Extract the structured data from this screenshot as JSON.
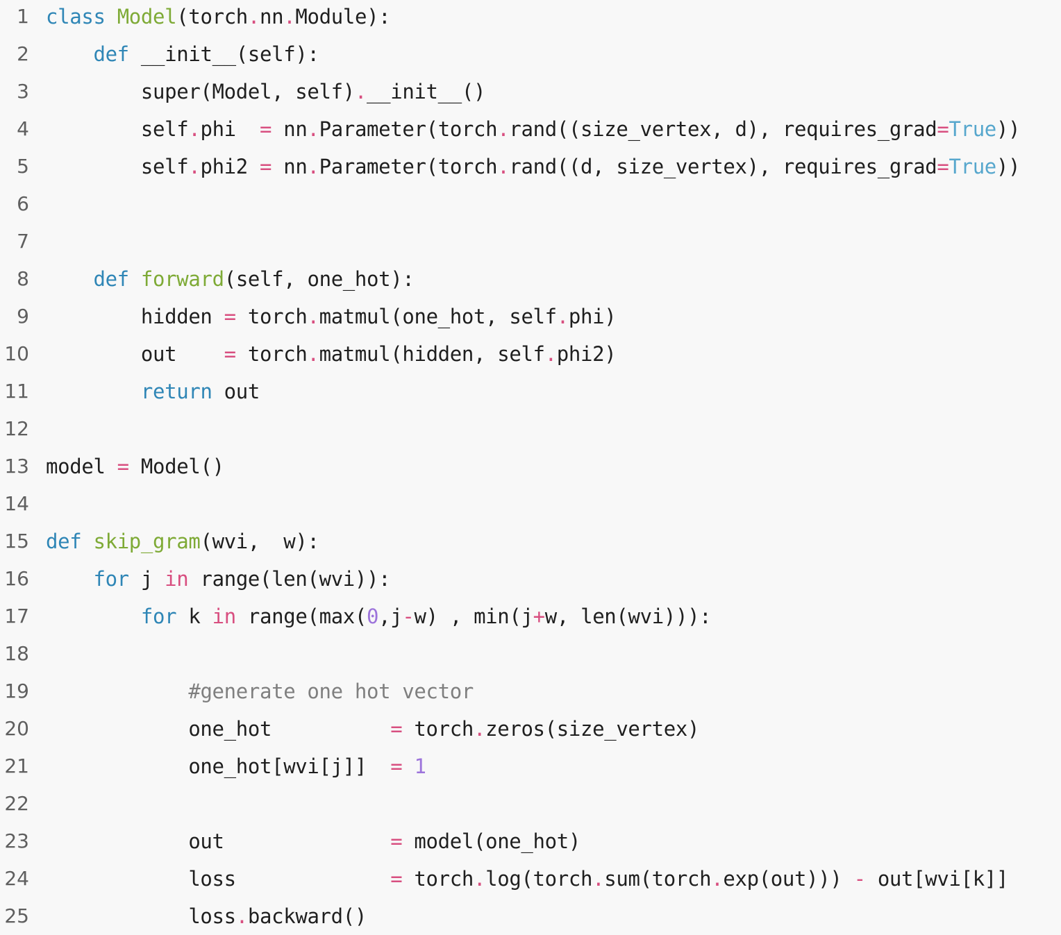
{
  "editor": {
    "lines": [
      {
        "number": "1",
        "tokens": [
          {
            "text": "class",
            "type": "kw"
          },
          {
            "text": " ",
            "type": "plain"
          },
          {
            "text": "Model",
            "type": "fn"
          },
          {
            "text": "(torch",
            "type": "plain"
          },
          {
            "text": ".",
            "type": "op"
          },
          {
            "text": "nn",
            "type": "plain"
          },
          {
            "text": ".",
            "type": "op"
          },
          {
            "text": "Module):",
            "type": "plain"
          }
        ]
      },
      {
        "number": "2",
        "tokens": [
          {
            "text": "    ",
            "type": "plain"
          },
          {
            "text": "def",
            "type": "kw"
          },
          {
            "text": " __init__(self):",
            "type": "plain"
          }
        ]
      },
      {
        "number": "3",
        "tokens": [
          {
            "text": "        super(Model, self)",
            "type": "plain"
          },
          {
            "text": ".",
            "type": "op"
          },
          {
            "text": "__init__()",
            "type": "plain"
          }
        ]
      },
      {
        "number": "4",
        "tokens": [
          {
            "text": "        self",
            "type": "plain"
          },
          {
            "text": ".",
            "type": "op"
          },
          {
            "text": "phi  ",
            "type": "plain"
          },
          {
            "text": "=",
            "type": "op"
          },
          {
            "text": " nn",
            "type": "plain"
          },
          {
            "text": ".",
            "type": "op"
          },
          {
            "text": "Parameter(torch",
            "type": "plain"
          },
          {
            "text": ".",
            "type": "op"
          },
          {
            "text": "rand((size_vertex, d), requires_grad",
            "type": "plain"
          },
          {
            "text": "=",
            "type": "op"
          },
          {
            "text": "True",
            "type": "const"
          },
          {
            "text": "))",
            "type": "plain"
          }
        ]
      },
      {
        "number": "5",
        "tokens": [
          {
            "text": "        self",
            "type": "plain"
          },
          {
            "text": ".",
            "type": "op"
          },
          {
            "text": "phi2 ",
            "type": "plain"
          },
          {
            "text": "=",
            "type": "op"
          },
          {
            "text": " nn",
            "type": "plain"
          },
          {
            "text": ".",
            "type": "op"
          },
          {
            "text": "Parameter(torch",
            "type": "plain"
          },
          {
            "text": ".",
            "type": "op"
          },
          {
            "text": "rand((d, size_vertex), requires_grad",
            "type": "plain"
          },
          {
            "text": "=",
            "type": "op"
          },
          {
            "text": "True",
            "type": "const"
          },
          {
            "text": "))",
            "type": "plain"
          }
        ]
      },
      {
        "number": "6",
        "tokens": []
      },
      {
        "number": "7",
        "tokens": []
      },
      {
        "number": "8",
        "tokens": [
          {
            "text": "    ",
            "type": "plain"
          },
          {
            "text": "def",
            "type": "kw"
          },
          {
            "text": " ",
            "type": "plain"
          },
          {
            "text": "forward",
            "type": "fn"
          },
          {
            "text": "(self, one_hot):",
            "type": "plain"
          }
        ]
      },
      {
        "number": "9",
        "tokens": [
          {
            "text": "        hidden ",
            "type": "plain"
          },
          {
            "text": "=",
            "type": "op"
          },
          {
            "text": " torch",
            "type": "plain"
          },
          {
            "text": ".",
            "type": "op"
          },
          {
            "text": "matmul(one_hot, self",
            "type": "plain"
          },
          {
            "text": ".",
            "type": "op"
          },
          {
            "text": "phi)",
            "type": "plain"
          }
        ]
      },
      {
        "number": "10",
        "tokens": [
          {
            "text": "        out    ",
            "type": "plain"
          },
          {
            "text": "=",
            "type": "op"
          },
          {
            "text": " torch",
            "type": "plain"
          },
          {
            "text": ".",
            "type": "op"
          },
          {
            "text": "matmul(hidden, self",
            "type": "plain"
          },
          {
            "text": ".",
            "type": "op"
          },
          {
            "text": "phi2)",
            "type": "plain"
          }
        ]
      },
      {
        "number": "11",
        "tokens": [
          {
            "text": "        ",
            "type": "plain"
          },
          {
            "text": "return",
            "type": "kw"
          },
          {
            "text": " out",
            "type": "plain"
          }
        ]
      },
      {
        "number": "12",
        "tokens": []
      },
      {
        "number": "13",
        "tokens": [
          {
            "text": "model ",
            "type": "plain"
          },
          {
            "text": "=",
            "type": "op"
          },
          {
            "text": " Model()",
            "type": "plain"
          }
        ]
      },
      {
        "number": "14",
        "tokens": []
      },
      {
        "number": "15",
        "tokens": [
          {
            "text": "def",
            "type": "kw"
          },
          {
            "text": " ",
            "type": "plain"
          },
          {
            "text": "skip_gram",
            "type": "fn"
          },
          {
            "text": "(wvi,  w):",
            "type": "plain"
          }
        ]
      },
      {
        "number": "16",
        "tokens": [
          {
            "text": "    ",
            "type": "plain"
          },
          {
            "text": "for",
            "type": "kw"
          },
          {
            "text": " j ",
            "type": "plain"
          },
          {
            "text": "in",
            "type": "op"
          },
          {
            "text": " range(len(wvi)):",
            "type": "plain"
          }
        ]
      },
      {
        "number": "17",
        "tokens": [
          {
            "text": "        ",
            "type": "plain"
          },
          {
            "text": "for",
            "type": "kw"
          },
          {
            "text": " k ",
            "type": "plain"
          },
          {
            "text": "in",
            "type": "op"
          },
          {
            "text": " range(max(",
            "type": "plain"
          },
          {
            "text": "0",
            "type": "num"
          },
          {
            "text": ",j",
            "type": "plain"
          },
          {
            "text": "-",
            "type": "op"
          },
          {
            "text": "w) , min(j",
            "type": "plain"
          },
          {
            "text": "+",
            "type": "op"
          },
          {
            "text": "w, len(wvi))):",
            "type": "plain"
          }
        ]
      },
      {
        "number": "18",
        "tokens": []
      },
      {
        "number": "19",
        "tokens": [
          {
            "text": "            ",
            "type": "plain"
          },
          {
            "text": "#generate one hot vector",
            "type": "comment"
          }
        ]
      },
      {
        "number": "20",
        "tokens": [
          {
            "text": "            one_hot          ",
            "type": "plain"
          },
          {
            "text": "=",
            "type": "op"
          },
          {
            "text": " torch",
            "type": "plain"
          },
          {
            "text": ".",
            "type": "op"
          },
          {
            "text": "zeros(size_vertex)",
            "type": "plain"
          }
        ]
      },
      {
        "number": "21",
        "tokens": [
          {
            "text": "            one_hot[wvi[j]]  ",
            "type": "plain"
          },
          {
            "text": "=",
            "type": "op"
          },
          {
            "text": " ",
            "type": "plain"
          },
          {
            "text": "1",
            "type": "num"
          }
        ]
      },
      {
        "number": "22",
        "tokens": []
      },
      {
        "number": "23",
        "tokens": [
          {
            "text": "            out              ",
            "type": "plain"
          },
          {
            "text": "=",
            "type": "op"
          },
          {
            "text": " model(one_hot)",
            "type": "plain"
          }
        ]
      },
      {
        "number": "24",
        "tokens": [
          {
            "text": "            loss             ",
            "type": "plain"
          },
          {
            "text": "=",
            "type": "op"
          },
          {
            "text": " torch",
            "type": "plain"
          },
          {
            "text": ".",
            "type": "op"
          },
          {
            "text": "log(torch",
            "type": "plain"
          },
          {
            "text": ".",
            "type": "op"
          },
          {
            "text": "sum(torch",
            "type": "plain"
          },
          {
            "text": ".",
            "type": "op"
          },
          {
            "text": "exp(out))) ",
            "type": "plain"
          },
          {
            "text": "-",
            "type": "op"
          },
          {
            "text": " out[wvi[k]]",
            "type": "plain"
          }
        ]
      },
      {
        "number": "25",
        "tokens": [
          {
            "text": "            loss",
            "type": "plain"
          },
          {
            "text": ".",
            "type": "op"
          },
          {
            "text": "backward()",
            "type": "plain"
          }
        ]
      }
    ]
  },
  "colors": {
    "background": "#f8f8f8",
    "keyword": "#2f86b6",
    "function": "#7eaa36",
    "operator": "#d84f80",
    "number": "#9d74db",
    "constant": "#57a7cd",
    "comment": "#7f7f7f"
  }
}
